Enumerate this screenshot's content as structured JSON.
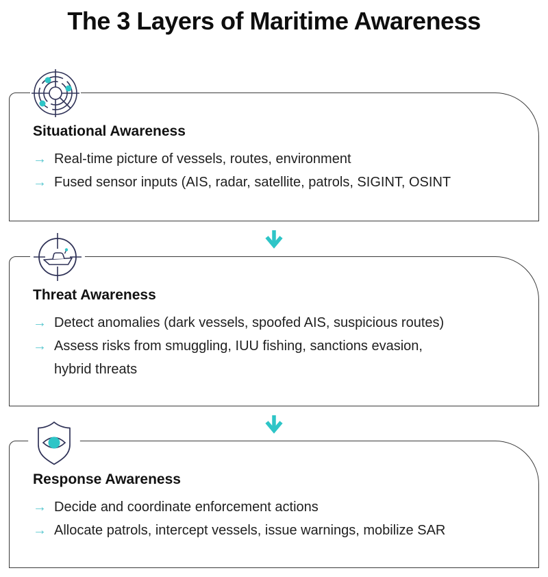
{
  "title": "The 3 Layers of Maritime Awareness",
  "bullet_marker": "→",
  "colors": {
    "teal": "#2ec5c7",
    "teal_light": "#5bc8d0",
    "navy": "#2f3257",
    "card_border": "#3a3a3a",
    "text": "#202020"
  },
  "connectors": [
    {
      "glyph": "down-arrow"
    },
    {
      "glyph": "down-arrow"
    }
  ],
  "cards": [
    {
      "icon": "radar-icon",
      "heading": "Situational Awareness",
      "bullets": [
        "Real-time picture of vessels, routes, environment",
        "Fused sensor inputs (AIS, radar, satellite, patrols, SIGINT, OSINT"
      ]
    },
    {
      "icon": "ship-crosshair-icon",
      "heading": "Threat Awareness",
      "bullets": [
        "Detect anomalies (dark vessels, spoofed AIS, suspicious routes)",
        "Assess risks from smuggling, IUU fishing, sanctions evasion, hybrid threats"
      ]
    },
    {
      "icon": "shield-eye-icon",
      "heading": "Response Awareness",
      "bullets": [
        "Decide and coordinate enforcement actions",
        "Allocate patrols, intercept vessels, issue warnings, mobilize SAR"
      ]
    }
  ]
}
